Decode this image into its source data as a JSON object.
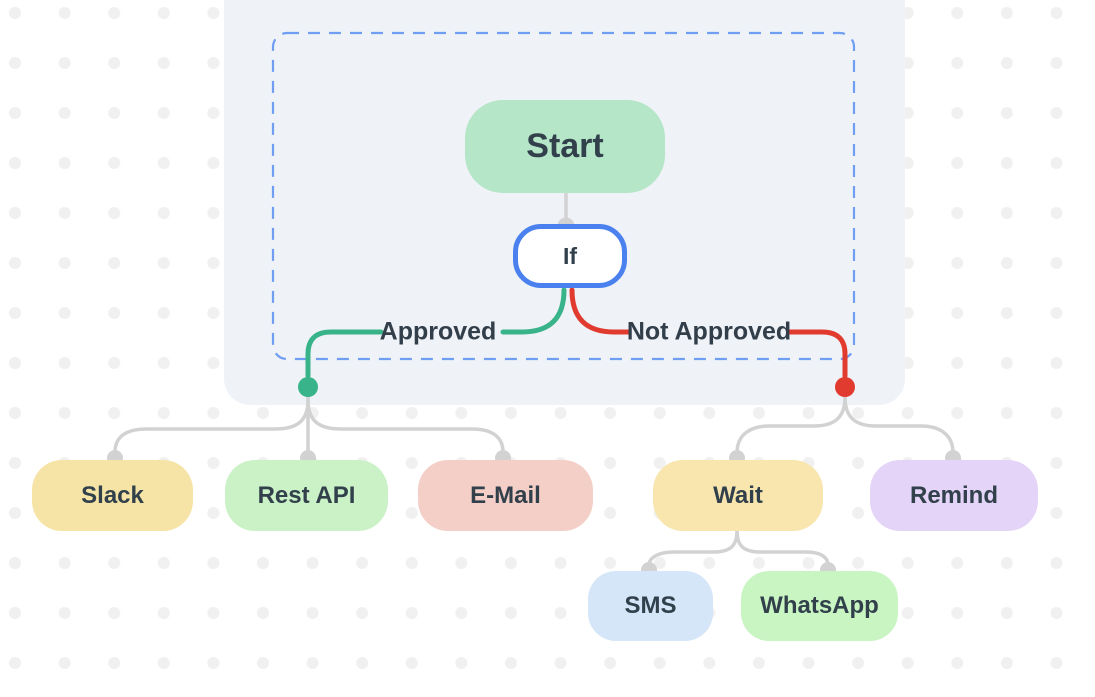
{
  "workflow": {
    "nodes": {
      "start": {
        "label": "Start",
        "bg": "#b4e6c7"
      },
      "if_node": {
        "label": "If",
        "bg": "#ffffff",
        "border": "#4a81ef"
      },
      "slack": {
        "label": "Slack",
        "bg": "#f6e4a6"
      },
      "rest_api": {
        "label": "Rest API",
        "bg": "#cbf1c7"
      },
      "email": {
        "label": "E-Mail",
        "bg": "#f4cfc7"
      },
      "wait": {
        "label": "Wait",
        "bg": "#f8e6ae"
      },
      "remind": {
        "label": "Remind",
        "bg": "#e4d4f8"
      },
      "sms": {
        "label": "SMS",
        "bg": "#d4e6f8"
      },
      "whatsapp": {
        "label": "WhatsApp",
        "bg": "#c9f5c3"
      }
    },
    "edges": {
      "approved": {
        "label": "Approved",
        "color": "#39b48a"
      },
      "not_approved": {
        "label": "Not Approved",
        "color": "#e13b30"
      },
      "connector_color": "#d2d2d2",
      "port_color": "#d2d2d2"
    },
    "surface": {
      "panel_bg": "#eff2f7",
      "dashed_border_color": "#6f9ef2",
      "canvas_dot_color": "#f1f0f1",
      "background": "#ffffff",
      "label_text_color": "#31404b"
    }
  }
}
